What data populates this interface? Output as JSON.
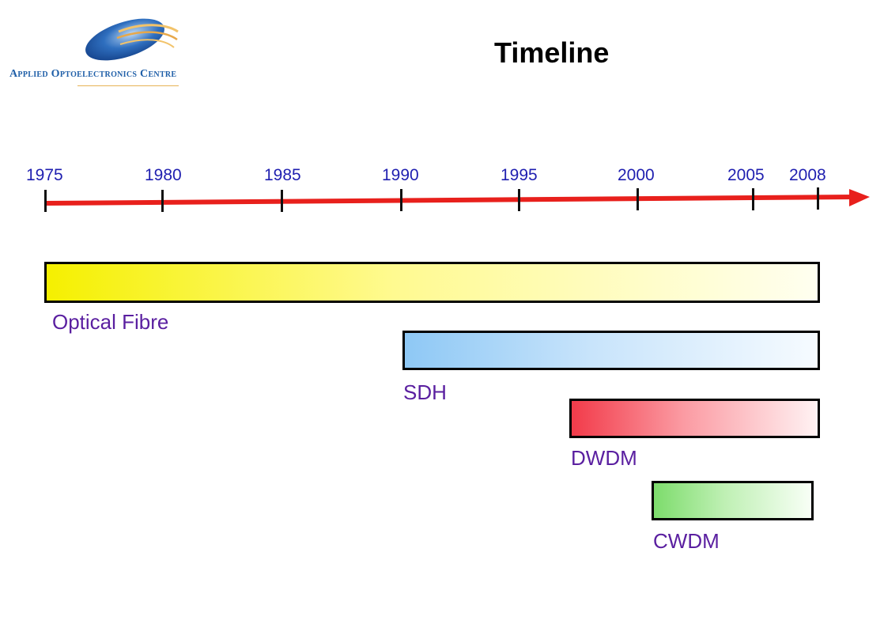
{
  "header": {
    "title": "Timeline",
    "logo_text": "Applied Optoelectronics Centre"
  },
  "axis": {
    "years": [
      "1975",
      "1980",
      "1985",
      "1990",
      "1995",
      "2000",
      "2005",
      "2008"
    ],
    "arrow_color": "#e8201c"
  },
  "bars": [
    {
      "label": "Optical Fibre",
      "start": 1975,
      "end": 2008,
      "color": "#f5f000"
    },
    {
      "label": "SDH",
      "start": 1990,
      "end": 2008,
      "color": "#8ec8f5"
    },
    {
      "label": "DWDM",
      "start": 1997,
      "end": 2008,
      "color": "#f23b4a"
    },
    {
      "label": "CWDM",
      "start": 2001,
      "end": 2008,
      "color": "#7ddc6c"
    }
  ]
}
